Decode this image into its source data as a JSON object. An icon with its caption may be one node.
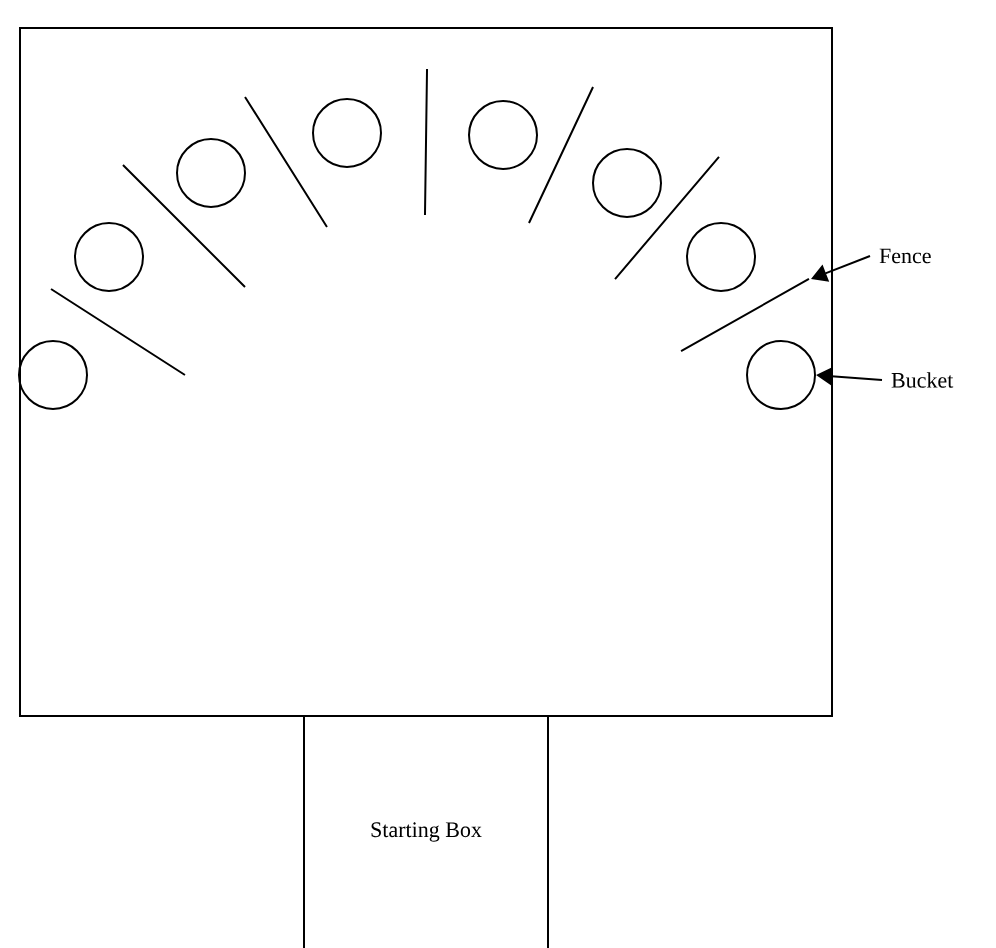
{
  "diagram": {
    "nodes": [
      {
        "text": [],
        "shape": "box"
      },
      {
        "text": [],
        "shape": "circle",
        "in": 0
      },
      {
        "text": [],
        "shape": "circle",
        "in": 0
      },
      {
        "text": [],
        "shape": "circle",
        "in": 0
      },
      {
        "text": [],
        "shape": "circle",
        "in": 0
      },
      {
        "text": [],
        "shape": "circle",
        "in": 0
      },
      {
        "text": [],
        "shape": "circle",
        "in": 0
      },
      {
        "text": [],
        "shape": "circle",
        "in": 0
      },
      {
        "text": [],
        "shape": "circle",
        "in": 0
      },
      {
        "text": [],
        "shape": "bar",
        "in": 0
      },
      {
        "text": [],
        "shape": "bar",
        "in": 0
      },
      {
        "text": [],
        "shape": "bar",
        "in": 0
      },
      {
        "text": [],
        "shape": "bar",
        "in": 0
      },
      {
        "text": [],
        "shape": "bar",
        "in": 0
      },
      {
        "text": [],
        "shape": "bar",
        "in": 0
      },
      {
        "text": [],
        "shape": "bar",
        "in": 0
      },
      {
        "text": [
          "Starting Box"
        ]
      },
      {
        "text": [
          "Fence"
        ]
      },
      {
        "text": [
          "Bucket"
        ]
      }
    ],
    "edges": [
      {
        "from": 17,
        "to": 15,
        "arrow": "to"
      },
      {
        "from": 18,
        "to": 8,
        "arrow": "to"
      }
    ]
  }
}
